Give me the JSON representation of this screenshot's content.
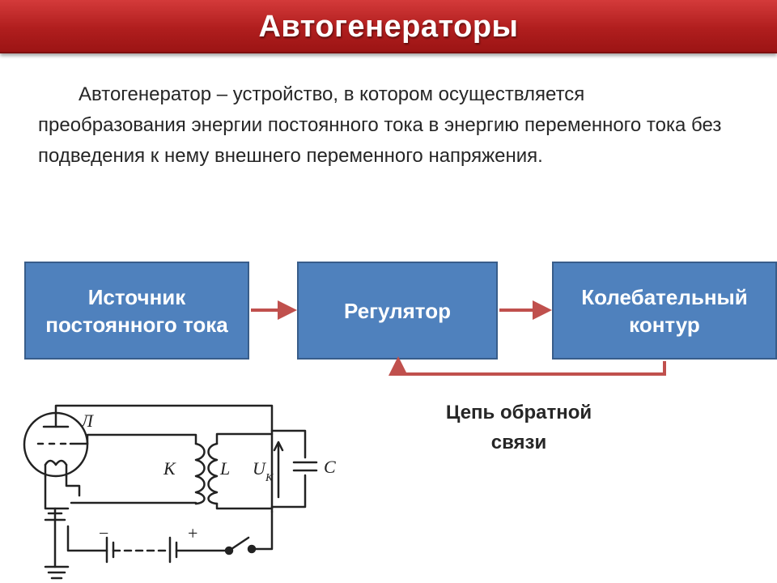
{
  "slide": {
    "title": "Автогенераторы",
    "definition": "Автогенератор – устройство, в котором осуществляется преобразования энергии постоянного тока в энергию переменного тока без подведения к нему внешнего переменного напряжения."
  },
  "diagram": {
    "blocks": [
      {
        "id": "source",
        "label": "Источник постоянного тока"
      },
      {
        "id": "regulator",
        "label": "Регулятор"
      },
      {
        "id": "circuit",
        "label": "Колебательный контур"
      }
    ],
    "feedback_label": "Цепь обратной связи",
    "colors": {
      "block_fill": "#4f81bd",
      "block_border": "#385d8a",
      "arrow": "#c0504d"
    }
  },
  "schematic": {
    "labels": {
      "tube": "Л",
      "coupling": "K",
      "inductor": "L",
      "voltage": "U",
      "voltage_sub": "K",
      "capacitor": "C",
      "minus": "−",
      "plus": "+"
    }
  }
}
